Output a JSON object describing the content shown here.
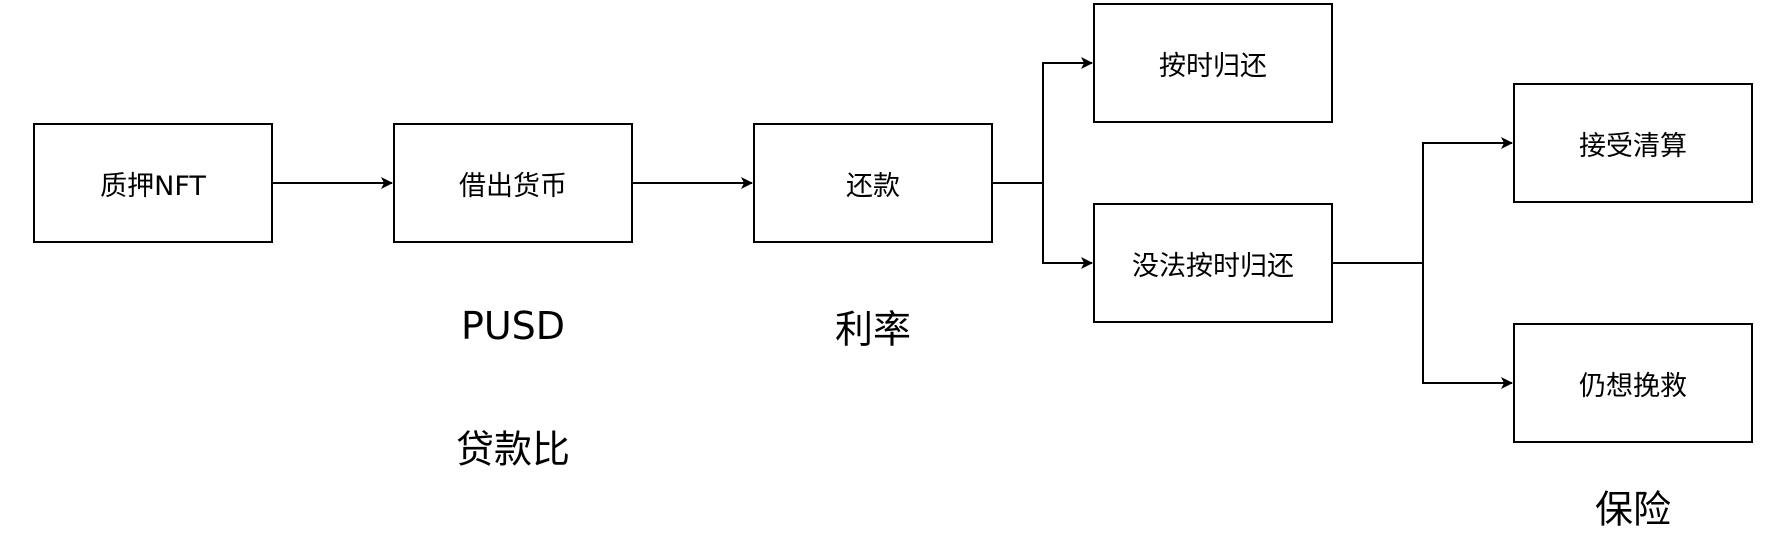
{
  "nodes": {
    "collateral": "质押NFT",
    "borrow": "借出货币",
    "repay": "还款",
    "on_time": "按时归还",
    "not_on_time": "没法按时归还",
    "accept_liquidation": "接受清算",
    "still_rescue": "仍想挽救"
  },
  "annotations": {
    "borrow_currency": "PUSD",
    "loan_ratio": "贷款比",
    "interest_rate": "利率",
    "insurance": "保险"
  },
  "edges": [
    {
      "from": "质押NFT",
      "to": "借出货币"
    },
    {
      "from": "借出货币",
      "to": "还款"
    },
    {
      "from": "还款",
      "to": "按时归还"
    },
    {
      "from": "还款",
      "to": "没法按时归还"
    },
    {
      "from": "没法按时归还",
      "to": "接受清算"
    },
    {
      "from": "没法按时归还",
      "to": "仍想挽救"
    }
  ]
}
